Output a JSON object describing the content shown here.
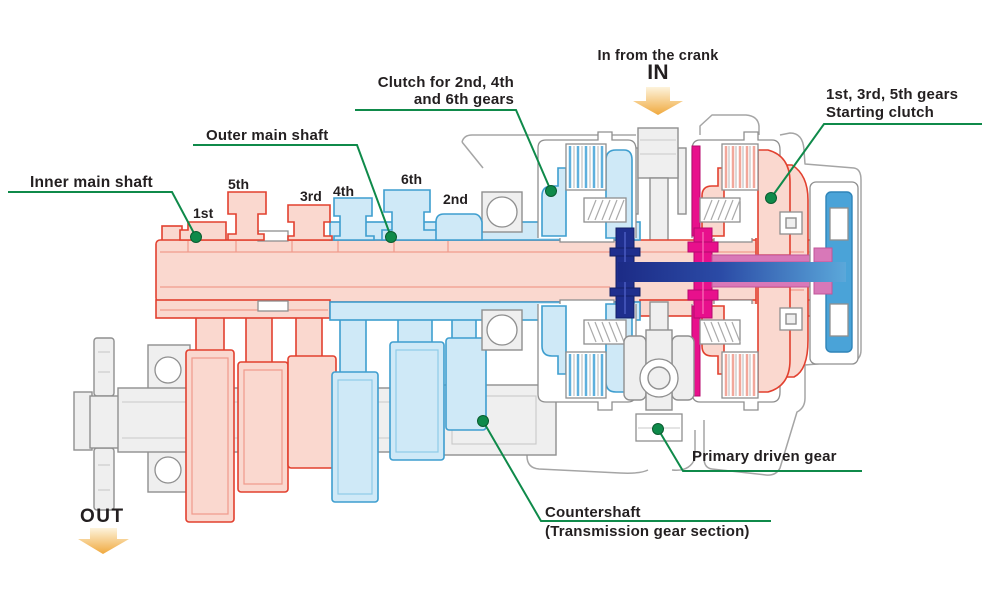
{
  "labels": {
    "in_from_crank": "In from the crank",
    "in": "IN",
    "clutch_even_line1": "Clutch for 2nd, 4th",
    "clutch_even_line2": "and 6th gears",
    "starting_clutch_line1": "1st, 3rd, 5th gears",
    "starting_clutch_line2": "Starting clutch",
    "outer_main_shaft": "Outer main shaft",
    "inner_main_shaft": "Inner main shaft",
    "primary_driven_gear": "Primary driven gear",
    "countershaft_line1": "Countershaft",
    "countershaft_line2": "(Transmission gear section)",
    "out": "OUT"
  },
  "gears": {
    "first": "1st",
    "fifth": "5th",
    "third": "3rd",
    "fourth": "4th",
    "sixth": "6th",
    "second": "2nd"
  },
  "colors": {
    "pink_fill": "#fad8cf",
    "pink_stroke": "#e2402f",
    "pink_detail": "#f09a8c",
    "blue_fill": "#cfe9f7",
    "blue_stroke": "#3e9ecf",
    "blue_detail": "#8ecbe8",
    "gray_fill": "#efefef",
    "gray_stroke": "#8f8f8f",
    "housing_stroke": "#a5a5a5",
    "core_blue": "#1f2f8e",
    "core_blue_light": "#5ca6d6",
    "magenta": "#e8108c",
    "magenta_soft": "#d878b8",
    "damper_blue": "#4aa3d8",
    "green": "#0f8a4a",
    "arrow_top": "#fdf3dc",
    "arrow_bottom": "#f0a93e",
    "text": "#231f20"
  }
}
